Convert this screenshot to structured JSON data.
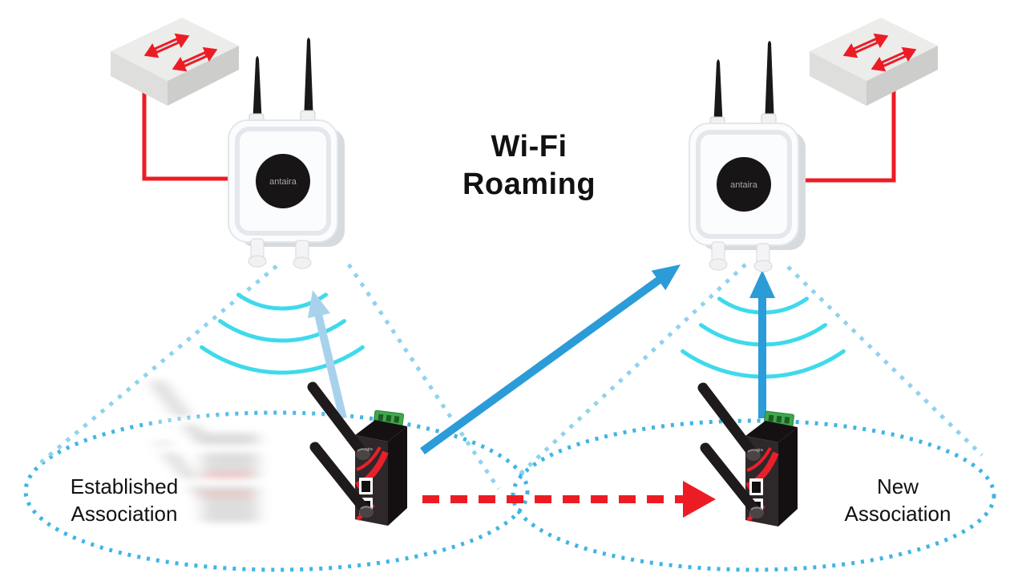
{
  "title": {
    "line1": "Wi-Fi",
    "line2": "Roaming"
  },
  "labels": {
    "established": {
      "line1": "Established",
      "line2": "Association"
    },
    "new_assoc": {
      "line1": "New",
      "line2": "Association"
    }
  },
  "brand": {
    "ap_logo": "antaira",
    "client_logo": "antaira"
  },
  "colors": {
    "red": "#ed1c24",
    "link_blue": "#2b9cd8",
    "faded_blue": "#a8d2ec",
    "wifi_cyan": "#3edaec",
    "cone_dash_blue": "#8ed3ee",
    "coverage_dot_blue": "#3fb5e5",
    "device_white": "#fbfcfe",
    "client_black": "#2e282a",
    "switch_grey": "#ececea",
    "terminal_green": "#3fa84c"
  }
}
